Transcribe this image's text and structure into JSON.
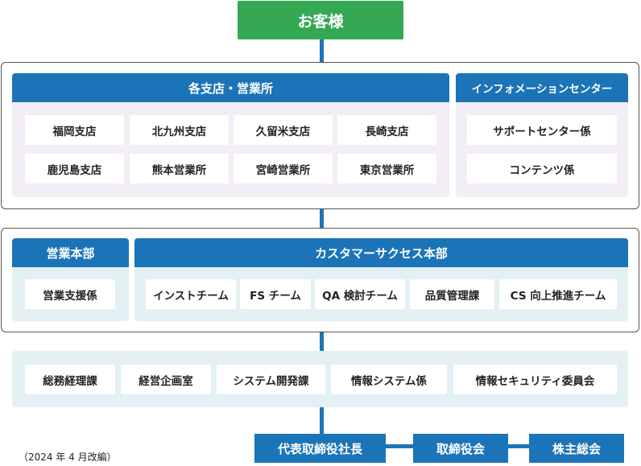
{
  "top": {
    "customer": "お客様"
  },
  "group1": {
    "branches": {
      "title": "各支店・営業所",
      "items": [
        "福岡支店",
        "北九州支店",
        "久留米支店",
        "長崎支店",
        "鹿児島支店",
        "熊本営業所",
        "宮崎営業所",
        "東京営業所"
      ]
    },
    "info_center": {
      "title": "インフォメーションセンター",
      "items": [
        "サポートセンター係",
        "コンテンツ係"
      ]
    }
  },
  "group2": {
    "sales_hq": {
      "title": "営業本部",
      "items": [
        "営業支援係"
      ]
    },
    "cs_hq": {
      "title": "カスタマーサクセス本部",
      "items": [
        "インストチーム",
        "FS チーム",
        "QA 検討チーム",
        "品質管理課",
        "CS 向上推進チーム"
      ]
    }
  },
  "departments": [
    "総務経理課",
    "経営企画室",
    "システム開発課",
    "情報システム係",
    "情報セキュリティ委員会"
  ],
  "bottom": {
    "president": "代表取締役社長",
    "board": "取締役会",
    "shareholders": "株主総会",
    "note": "（2024 年 4 月改編）"
  }
}
